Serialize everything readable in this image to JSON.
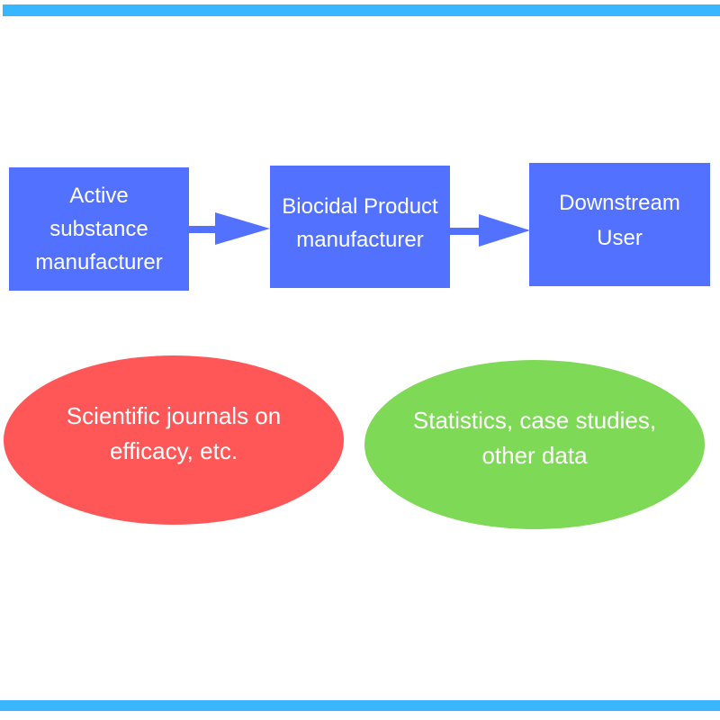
{
  "colors": {
    "bar": "#38b6ff",
    "box": "#5271ff",
    "arrow": "#5271ff",
    "ellipse_left": "#ff5757",
    "ellipse_right": "#7ed957",
    "text": "#ffffff"
  },
  "flow": {
    "boxes": [
      {
        "label": "Active\nsubstance\nmanufacturer"
      },
      {
        "label": "Biocidal Product\nmanufacturer"
      },
      {
        "label": "Downstream\nUser"
      }
    ],
    "arrows": [
      {
        "from": "Active substance manufacturer",
        "to": "Biocidal Product manufacturer"
      },
      {
        "from": "Biocidal Product manufacturer",
        "to": "Downstream User"
      }
    ]
  },
  "sources": [
    {
      "label": "Scientific journals on\nefficacy, etc."
    },
    {
      "label": "Statistics, case studies,\nother data"
    }
  ]
}
